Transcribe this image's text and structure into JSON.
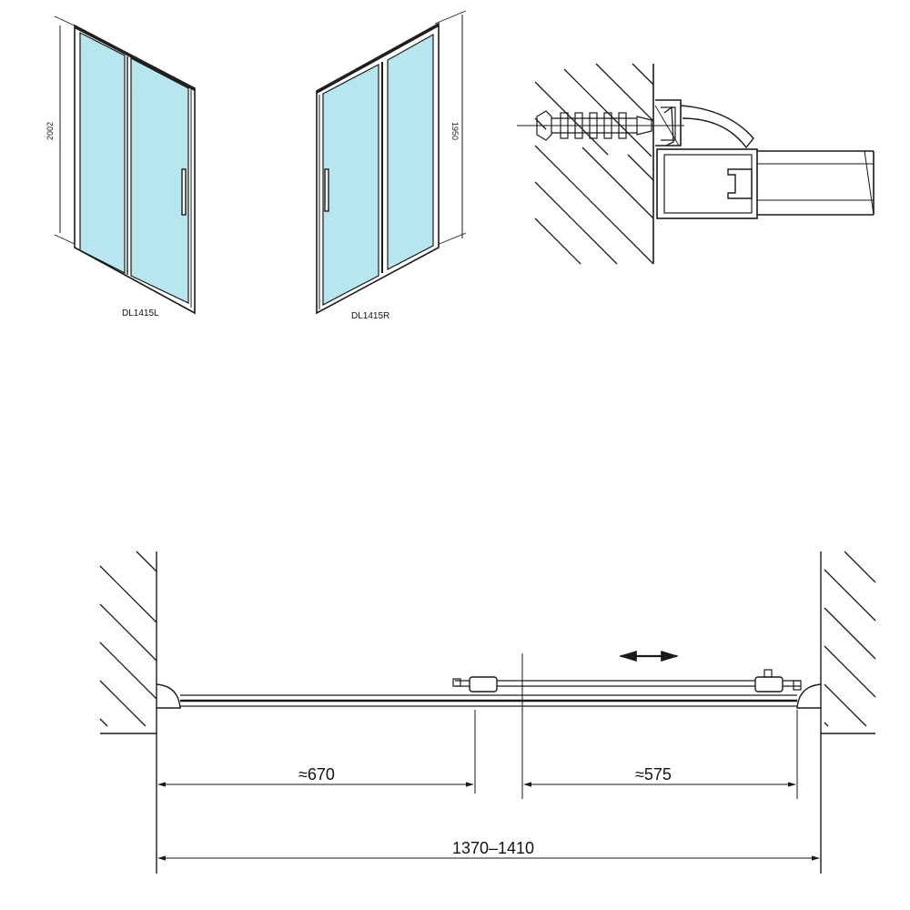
{
  "door_left": {
    "label": "DL1415L",
    "height_label": "2002"
  },
  "door_right": {
    "label": "DL1415R",
    "height_label": "1950"
  },
  "plan": {
    "dim_fixed": "≈670",
    "dim_sliding": "≈575",
    "dim_total": "1370–1410"
  },
  "colors": {
    "glass": "#b7e6ee",
    "frame": "#1a1a1a",
    "line": "#1a1a1a"
  },
  "icons": [
    "double-arrow-icon",
    "wall-hatch",
    "wall-anchor"
  ]
}
